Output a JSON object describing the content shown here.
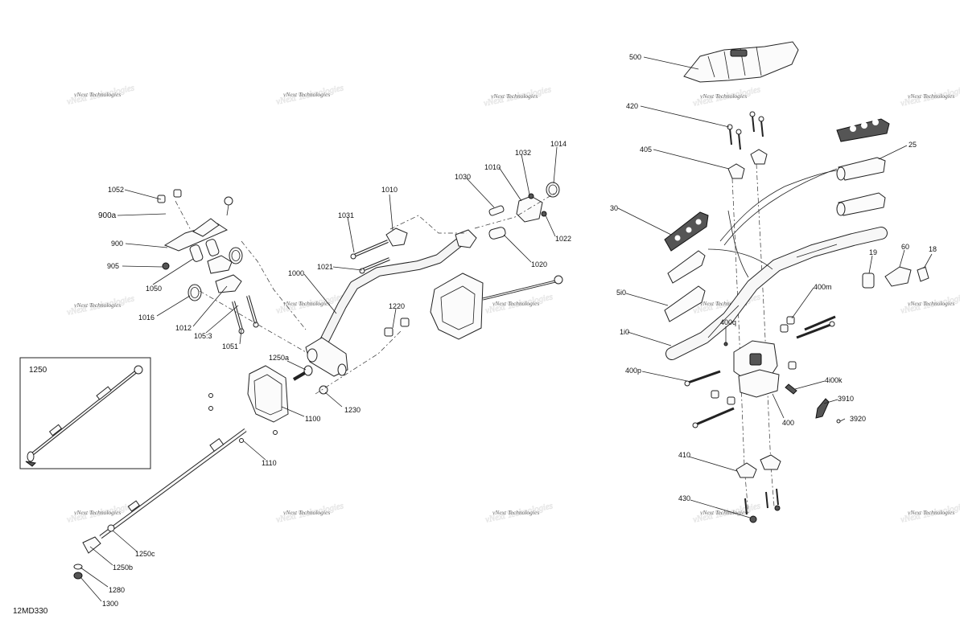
{
  "diagram_code": "12MD330",
  "watermark": "vNext Technologies",
  "inset": {
    "label": "1250"
  },
  "labels": [
    {
      "id": "1052",
      "text": "1052"
    },
    {
      "id": "900a",
      "text": "900a"
    },
    {
      "id": "900",
      "text": "900"
    },
    {
      "id": "905",
      "text": "905"
    },
    {
      "id": "1050",
      "text": "1050"
    },
    {
      "id": "1016",
      "text": "1016"
    },
    {
      "id": "1012",
      "text": "1012"
    },
    {
      "id": "1053",
      "text": "105:3"
    },
    {
      "id": "1051",
      "text": "1051"
    },
    {
      "id": "1031",
      "text": "1031"
    },
    {
      "id": "1010a",
      "text": "1010"
    },
    {
      "id": "1021",
      "text": "1021"
    },
    {
      "id": "1000",
      "text": "1000"
    },
    {
      "id": "1030",
      "text": "1030"
    },
    {
      "id": "1010b",
      "text": "1010"
    },
    {
      "id": "1032",
      "text": "1032"
    },
    {
      "id": "1014",
      "text": "1014"
    },
    {
      "id": "1022",
      "text": "1022"
    },
    {
      "id": "1020",
      "text": "1020"
    },
    {
      "id": "1220",
      "text": "1220"
    },
    {
      "id": "1250a",
      "text": "1250a"
    },
    {
      "id": "1230",
      "text": "1230"
    },
    {
      "id": "1100",
      "text": "1100"
    },
    {
      "id": "1110",
      "text": "1110"
    },
    {
      "id": "1250c",
      "text": "1250c"
    },
    {
      "id": "1250b",
      "text": "1250b"
    },
    {
      "id": "1280",
      "text": "1280"
    },
    {
      "id": "1300",
      "text": "1300"
    },
    {
      "id": "500",
      "text": "500"
    },
    {
      "id": "420",
      "text": "420"
    },
    {
      "id": "405",
      "text": "405"
    },
    {
      "id": "25",
      "text": "25"
    },
    {
      "id": "30",
      "text": "30"
    },
    {
      "id": "19",
      "text": "19"
    },
    {
      "id": "60",
      "text": "60"
    },
    {
      "id": "18",
      "text": "18"
    },
    {
      "id": "510",
      "text": "5i0"
    },
    {
      "id": "400m",
      "text": "400m"
    },
    {
      "id": "400q",
      "text": "400q"
    },
    {
      "id": "110",
      "text": "1i0"
    },
    {
      "id": "400p",
      "text": "400p"
    },
    {
      "id": "400k",
      "text": "4i00k"
    },
    {
      "id": "3910",
      "text": "3910"
    },
    {
      "id": "400",
      "text": "400"
    },
    {
      "id": "3920",
      "text": "3920"
    },
    {
      "id": "410",
      "text": "410"
    },
    {
      "id": "430",
      "text": "430"
    }
  ]
}
